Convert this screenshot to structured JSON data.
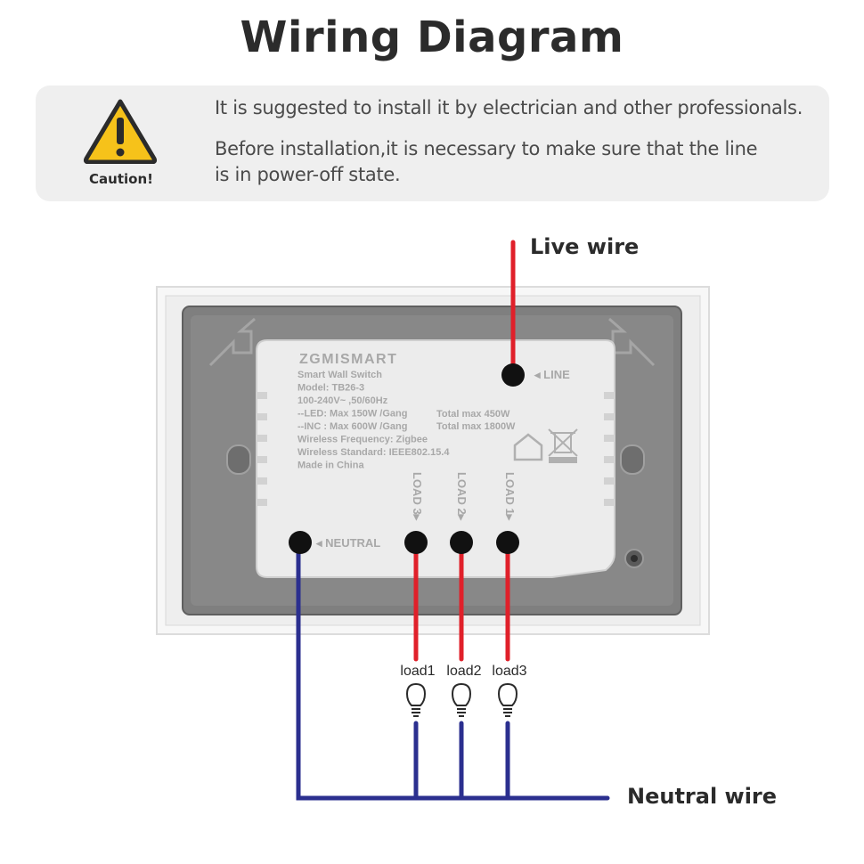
{
  "header": {
    "title": "Wiring Diagram"
  },
  "caution": {
    "label": "Caution!",
    "line1": "It is suggested to install it by electrician and other professionals.",
    "line2": "Before installation,it is necessary to make sure that the line",
    "line3": "is in power-off state."
  },
  "wires": {
    "live": "Live wire",
    "neutral": "Neutral wire"
  },
  "device": {
    "brand": "ZGMISMART",
    "specs": [
      "Smart Wall Switch",
      "Model: TB26-3",
      "100-240V~ ,50/60Hz",
      "--LED: Max 150W /Gang",
      "--INC : Max 600W /Gang",
      "Wireless Frequency: Zigbee",
      "Wireless Standard: IEEE802.15.4",
      "Made in China"
    ],
    "totals": [
      "Total max 450W",
      "Total max 1800W"
    ],
    "terminals": {
      "line": "◂ LINE",
      "neutral": "◂ NEUTRAL",
      "load3": "LOAD 3▸",
      "load2": "LOAD 2▸",
      "load1": "LOAD 1▸"
    }
  },
  "loads": [
    "load1",
    "load2",
    "load3"
  ],
  "colors": {
    "live": "#e0202a",
    "neutral": "#2b2f8f",
    "plate": "#808080",
    "module": "#ececec"
  }
}
